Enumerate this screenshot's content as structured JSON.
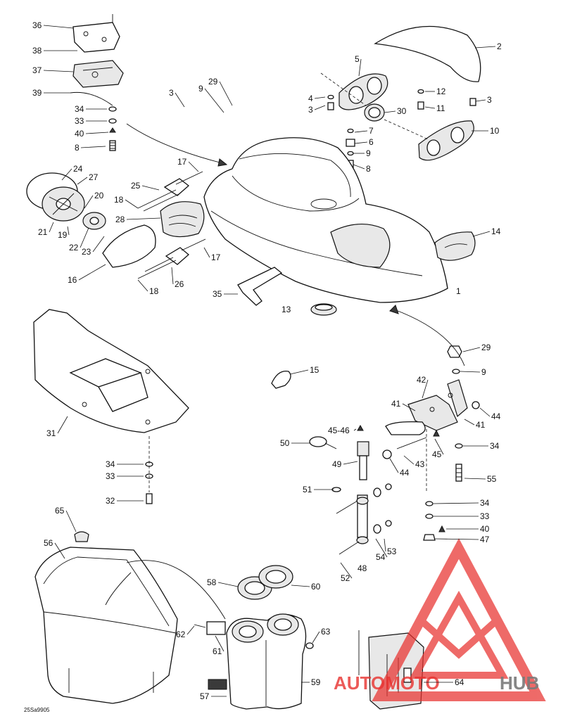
{
  "drawing_code": "25Sa9905",
  "watermark": {
    "part1": "AUTOMOTO",
    "part2": "HUB",
    "color_red": "#e8322f",
    "color_gray": "#7a7a7a"
  },
  "callouts": [
    "1",
    "2",
    "3",
    "3",
    "3",
    "4",
    "5",
    "6",
    "7",
    "8",
    "8",
    "9",
    "9",
    "9",
    "10",
    "11",
    "12",
    "13",
    "14",
    "15",
    "16",
    "17",
    "17",
    "18",
    "18",
    "19",
    "20",
    "21",
    "22",
    "23",
    "24",
    "25",
    "26",
    "27",
    "28",
    "29",
    "29",
    "30",
    "31",
    "32",
    "33",
    "33",
    "33",
    "34",
    "34",
    "34",
    "34",
    "35",
    "36",
    "37",
    "38",
    "39",
    "40",
    "40",
    "41",
    "41",
    "42",
    "43",
    "44",
    "44",
    "45",
    "45-46",
    "47",
    "48",
    "49",
    "50",
    "51",
    "52",
    "53",
    "54",
    "55",
    "56",
    "57",
    "58",
    "59",
    "60",
    "61",
    "62",
    "63",
    "64",
    "65"
  ]
}
